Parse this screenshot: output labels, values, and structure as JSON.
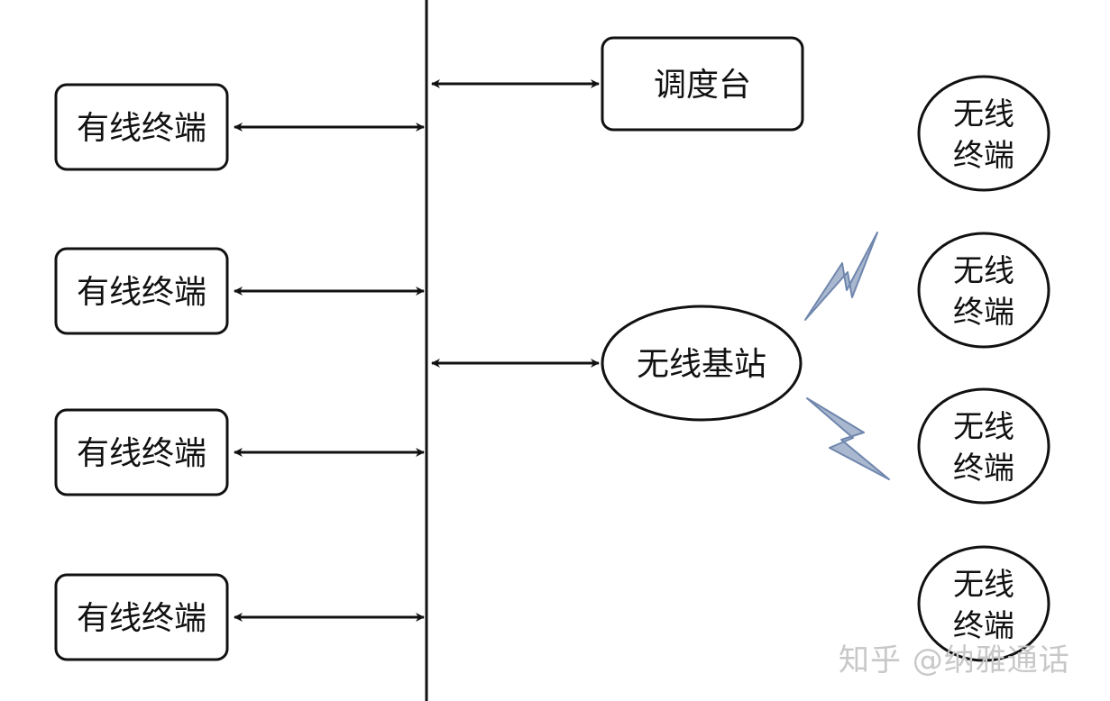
{
  "dispatcher": {
    "label": "调度台"
  },
  "base_station": {
    "label": "无线基站"
  },
  "wired_terminals": [
    {
      "label": "有线终端"
    },
    {
      "label": "有线终端"
    },
    {
      "label": "有线终端"
    },
    {
      "label": "有线终端"
    }
  ],
  "wireless_terminals": [
    {
      "line1": "无线",
      "line2": "终端"
    },
    {
      "line1": "无线",
      "line2": "终端"
    },
    {
      "line1": "无线",
      "line2": "终端"
    },
    {
      "line1": "无线",
      "line2": "终端"
    }
  ],
  "watermark": "知乎 @纳雅通话",
  "colors": {
    "stroke": "#111111",
    "lightning_fill": "#aab8cf",
    "lightning_stroke": "#6f86ad",
    "watermark": "#c8c8c8"
  }
}
